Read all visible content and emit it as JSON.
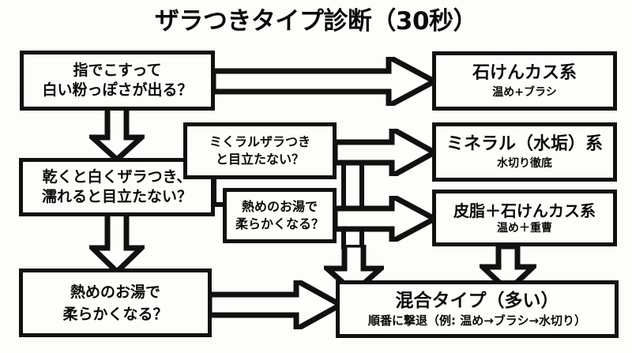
{
  "title": "ザラつきタイプ診断（30秒）",
  "colors": {
    "background": "#fdfdfa",
    "stroke": "#111111",
    "text": "#0a0a0a",
    "box_fill": "#fdfdfa"
  },
  "nodes": {
    "q1": {
      "line1": "指でこすって",
      "line2": "白い粉っぽさが出る？"
    },
    "q2": {
      "line1": "乾くと白くザラつき、",
      "line2": "濡れると目立たない？"
    },
    "q3": {
      "line1": "熱めのお湯で",
      "line2": "柔らかくなる？"
    },
    "q4": {
      "line1": "ミくラルザラつき",
      "line2": "と目立たない？"
    },
    "q5": {
      "line1": "熱めのお湯で",
      "line2": "柔らかくなる？"
    },
    "r1": {
      "title": "石けんカス系",
      "subtitle": "温め+ブラシ"
    },
    "r2": {
      "title": "ミネラル（水垢）系",
      "subtitle": "水切り徹底"
    },
    "r3": {
      "title": "皮脂＋石けんカス系",
      "subtitle": "温め＋重曹"
    },
    "r4": {
      "title": "混合タイプ（多い）",
      "subtitle": "順番に撃退（例: 温め→ブラシ→水切り）"
    }
  },
  "edges": [
    {
      "name": "q1-to-r1",
      "direction": "right",
      "from": "q1",
      "to": "r1"
    },
    {
      "name": "q1-to-q2",
      "direction": "down",
      "from": "q1",
      "to": "q2"
    },
    {
      "name": "q4-to-r2",
      "direction": "right",
      "from": "q4",
      "to": "r2"
    },
    {
      "name": "q5-to-r3",
      "direction": "right",
      "from": "q5",
      "to": "r3"
    },
    {
      "name": "q2-to-q3",
      "direction": "down",
      "from": "q2",
      "to": "q3"
    },
    {
      "name": "q3-to-r4",
      "direction": "right",
      "from": "q3",
      "to": "r4"
    },
    {
      "name": "mid-to-r4",
      "direction": "down",
      "from": "q5",
      "to": "r4"
    },
    {
      "name": "r3-to-r4",
      "direction": "down",
      "from": "r3",
      "to": "r4"
    }
  ]
}
